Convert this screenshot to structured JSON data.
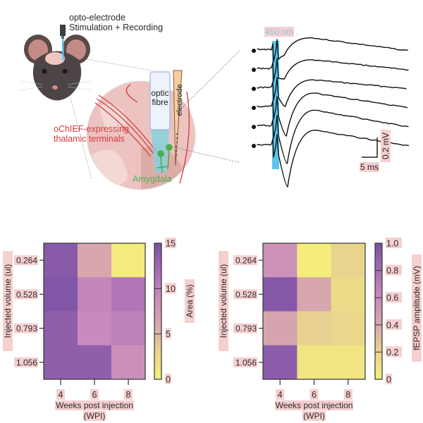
{
  "illustration": {
    "probe_label_line1": "opto-electrode",
    "probe_label_line2": "Stimulation + Recording",
    "optic_fibre_line1": "optic",
    "optic_fibre_line2": "fibre",
    "electrode_label": "electrode",
    "terminals_line1": "oChIEF-expressing",
    "terminals_line2": "thalamic terminals",
    "region_label": "Amygdala",
    "colors": {
      "terminals": "#d23b3b",
      "amygdala": "#4caf50",
      "light": "#5cc6ec",
      "brain": "#ecc3c0"
    }
  },
  "traces": {
    "stim_label": "450 nm",
    "scale_y_label": "0.2 mV",
    "scale_x_label": "5 ms",
    "trace_count": 6,
    "stim_color": "#5cc6ec"
  },
  "chart_data": [
    {
      "type": "heatmap",
      "title": "",
      "xlabel": "Weeks post injection (WPI)",
      "xlabel_line1": "Weeks post injection",
      "xlabel_line2": "(WPI)",
      "ylabel": "Injected volume (ul)",
      "x": [
        "4",
        "6",
        "8"
      ],
      "y": [
        "0.264",
        "0.528",
        "0.793",
        "1.056"
      ],
      "values": [
        [
          14,
          6,
          0.5
        ],
        [
          14.5,
          9.5,
          11
        ],
        [
          13.5,
          9,
          10
        ],
        [
          13.5,
          13.5,
          8.5
        ]
      ],
      "colorbar": {
        "label": "Area (%)",
        "range": [
          0,
          15
        ],
        "ticks": [
          "0",
          "5",
          "10",
          "15"
        ],
        "tick_values": [
          0,
          5,
          10,
          15
        ]
      }
    },
    {
      "type": "heatmap",
      "title": "",
      "xlabel": "Weeks post injection (WPI)",
      "xlabel_line1": "Weeks post injection",
      "xlabel_line2": "(WPI)",
      "ylabel": "Injected volume (ul)",
      "x": [
        "4",
        "6",
        "8"
      ],
      "y": [
        "0.264",
        "0.528",
        "0.793",
        "1.056"
      ],
      "values": [
        [
          0.55,
          0.02,
          0.2
        ],
        [
          0.95,
          0.4,
          0.15
        ],
        [
          0.42,
          0.22,
          0.18
        ],
        [
          0.92,
          0.08,
          0.08
        ]
      ],
      "colorbar": {
        "label": "fEPSP amplitude (mV)",
        "range": [
          0,
          1.0
        ],
        "ticks": [
          "0",
          "0.2",
          "0.4",
          "0.6",
          "0.8",
          "1.0"
        ],
        "tick_values": [
          0,
          0.2,
          0.4,
          0.6,
          0.8,
          1.0
        ]
      }
    }
  ],
  "colormap": [
    "#f5f07a",
    "#e9d48e",
    "#d7a7ad",
    "#c98bbd",
    "#a56cb2",
    "#7a51a3"
  ]
}
